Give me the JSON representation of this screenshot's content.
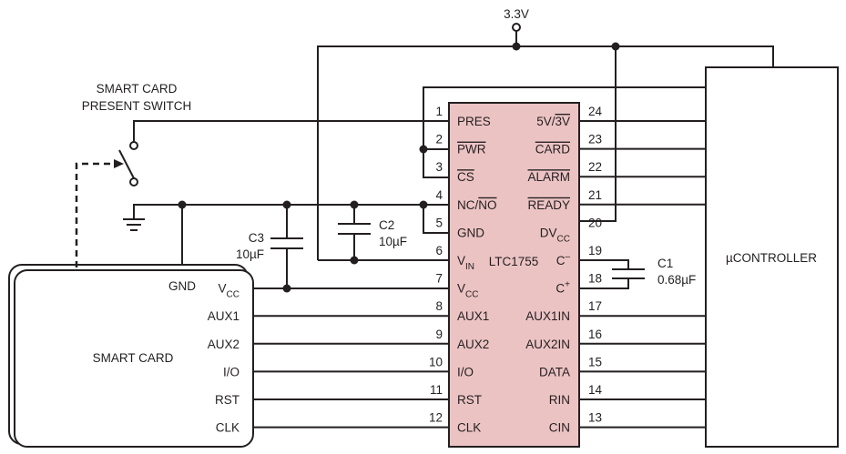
{
  "supply_label": "3.3V",
  "switch_label_line1": "SMART CARD",
  "switch_label_line2": "PRESENT SWITCH",
  "ic": {
    "name": "LTC1755",
    "left_pins": [
      {
        "num": "1",
        "name": "PRES",
        "sub": "",
        "over": false
      },
      {
        "num": "2",
        "name": "PWR",
        "sub": "",
        "over": true
      },
      {
        "num": "3",
        "name": "CS",
        "sub": "",
        "over": true
      },
      {
        "num": "4",
        "name": "NC/",
        "name2": "NO",
        "sub": "",
        "over": false
      },
      {
        "num": "5",
        "name": "GND",
        "sub": "",
        "over": false
      },
      {
        "num": "6",
        "name": "V",
        "sub": "IN",
        "over": false
      },
      {
        "num": "7",
        "name": "V",
        "sub": "CC",
        "over": false
      },
      {
        "num": "8",
        "name": "AUX1",
        "sub": "",
        "over": false
      },
      {
        "num": "9",
        "name": "AUX2",
        "sub": "",
        "over": false
      },
      {
        "num": "10",
        "name": "I/O",
        "sub": "",
        "over": false
      },
      {
        "num": "11",
        "name": "RST",
        "sub": "",
        "over": false
      },
      {
        "num": "12",
        "name": "CLK",
        "sub": "",
        "over": false
      }
    ],
    "right_pins": [
      {
        "num": "24",
        "name": "5V/",
        "name2": "3V",
        "sub": "",
        "over": false
      },
      {
        "num": "23",
        "name": "CARD",
        "sub": "",
        "over": true
      },
      {
        "num": "22",
        "name": "ALARM",
        "sub": "",
        "over": true
      },
      {
        "num": "21",
        "name": "READY",
        "sub": "",
        "over": true
      },
      {
        "num": "20",
        "name": "DV",
        "sub": "CC",
        "over": false
      },
      {
        "num": "19",
        "name": "C",
        "sup": "–",
        "over": false
      },
      {
        "num": "18",
        "name": "C",
        "sup": "+",
        "over": false
      },
      {
        "num": "17",
        "name": "AUX1IN",
        "sub": "",
        "over": false
      },
      {
        "num": "16",
        "name": "AUX2IN",
        "sub": "",
        "over": false
      },
      {
        "num": "15",
        "name": "DATA",
        "sub": "",
        "over": false
      },
      {
        "num": "14",
        "name": "RIN",
        "sub": "",
        "over": false
      },
      {
        "num": "13",
        "name": "CIN",
        "sub": "",
        "over": false
      }
    ]
  },
  "smart_card": {
    "title": "SMART CARD",
    "gnd": "GND",
    "pins": [
      {
        "name": "V",
        "sub": "CC"
      },
      {
        "name": "AUX1",
        "sub": ""
      },
      {
        "name": "AUX2",
        "sub": ""
      },
      {
        "name": "I/O",
        "sub": ""
      },
      {
        "name": "RST",
        "sub": ""
      },
      {
        "name": "CLK",
        "sub": ""
      }
    ]
  },
  "controller_label": "µCONTROLLER",
  "capacitors": {
    "c1": {
      "name": "C1",
      "value": "0.68µF"
    },
    "c2": {
      "name": "C2",
      "value": "10µF"
    },
    "c3": {
      "name": "C3",
      "value": "10µF"
    }
  },
  "colors": {
    "ic_fill": "#ecc3c3",
    "line": "#231f20",
    "background": "#ffffff"
  }
}
